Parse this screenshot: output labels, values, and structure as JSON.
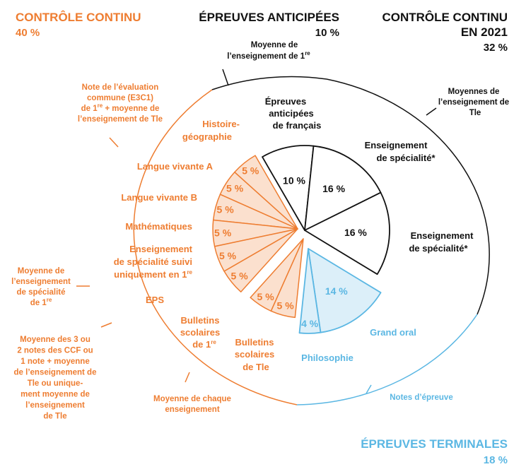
{
  "colors": {
    "orange": "#EE7D31",
    "orange_fill": "#FBE0CE",
    "blue": "#5BB7E3",
    "blue_fill": "#DCEFF9",
    "black": "#111111"
  },
  "headers": {
    "controle_continu": {
      "title": "CONTRÔLE CONTINU",
      "pct": "40 %"
    },
    "epreuves_anticipees": {
      "title": "ÉPREUVES ANTICIPÉES",
      "pct": "10 %"
    },
    "controle_continu_2021": {
      "title_line1": "CONTRÔLE CONTINU",
      "title_line2": "EN 2021",
      "pct": "32 %"
    },
    "epreuves_terminales": {
      "title": "ÉPREUVES TERMINALES",
      "pct": "18 %"
    }
  },
  "annotations": {
    "moyenne_1re": {
      "line1": "Moyenne de",
      "line2": "l’enseignement de 1",
      "sup": "re"
    },
    "moyennes_tle": {
      "line1": "Moyennes de",
      "line2": "l’enseignement de",
      "line3": "Tle"
    },
    "note_e3c1": {
      "line1": "Note de l’évaluation",
      "line2": "commune (E3C1)",
      "line3a": "de 1",
      "line3sup": "re",
      "line3b": " + moyenne de",
      "line4": "l’enseignement de Tle"
    },
    "moyenne_specialite_1re": {
      "line1": "Moyenne de",
      "line2": "l’enseignement",
      "line3": "de spécialité",
      "line4a": "de 1",
      "line4sup": "re"
    },
    "moyenne_ccf": {
      "lines": [
        "Moyenne des 3 ou",
        "2 notes des CCF ou",
        "1 note + moyenne",
        "de l’enseignement de",
        "Tle ou unique-",
        "ment moyenne de",
        "l’enseignement",
        "de Tle"
      ]
    },
    "moyenne_chaque": {
      "line1": "Moyenne de chaque",
      "line2": "enseignement"
    },
    "notes_epreuve": {
      "text": "Notes d’épreuve"
    }
  },
  "subject_labels": {
    "histoire_geo": {
      "line1": "Histoire-",
      "line2": "géographie"
    },
    "langue_a": "Langue vivante A",
    "langue_b": "Langue vivante B",
    "maths": "Mathématiques",
    "spe_1re": {
      "line1": "Enseignement",
      "line2": "de spécialité suivi",
      "line3a": "uniquement en 1",
      "line3sup": "re"
    },
    "eps": "EPS",
    "bulletins_1re": {
      "line1": "Bulletins",
      "line2": "scolaires",
      "line3a": "de 1",
      "line3sup": "re"
    },
    "bulletins_tle": {
      "line1": "Bulletins",
      "line2": "scolaires",
      "line3": "de Tle"
    },
    "epreuves_francais": {
      "line1": "Épreuves",
      "line2": "anticipées",
      "line3": "de français"
    },
    "spe_tle_1": {
      "line1": "Enseignement",
      "line2": "de spécialité*"
    },
    "spe_tle_2": {
      "line1": "Enseignement",
      "line2": "de spécialité*"
    },
    "grand_oral": "Grand oral",
    "philosophie": "Philosophie"
  },
  "chart_data": {
    "type": "pie",
    "title": "",
    "slices": [
      {
        "label": "Histoire-géographie",
        "value": 5,
        "display": "5 %",
        "group": "controle_continu"
      },
      {
        "label": "Langue vivante A",
        "value": 5,
        "display": "5 %",
        "group": "controle_continu"
      },
      {
        "label": "Langue vivante B",
        "value": 5,
        "display": "5 %",
        "group": "controle_continu"
      },
      {
        "label": "Mathématiques",
        "value": 5,
        "display": "5 %",
        "group": "controle_continu"
      },
      {
        "label": "Enseignement de spécialité suivi uniquement en 1re",
        "value": 5,
        "display": "5 %",
        "group": "controle_continu"
      },
      {
        "label": "EPS",
        "value": 5,
        "display": "5 %",
        "group": "controle_continu"
      },
      {
        "label": "Bulletins scolaires de 1re",
        "value": 5,
        "display": "5 %",
        "group": "controle_continu"
      },
      {
        "label": "Bulletins scolaires de Tle",
        "value": 5,
        "display": "5 %",
        "group": "controle_continu"
      },
      {
        "label": "Épreuves anticipées de français",
        "value": 10,
        "display": "10 %",
        "group": "epreuves_anticipees"
      },
      {
        "label": "Enseignement de spécialité",
        "value": 16,
        "display": "16 %",
        "group": "controle_continu_2021"
      },
      {
        "label": "Enseignement de spécialité",
        "value": 16,
        "display": "16 %",
        "group": "controle_continu_2021"
      },
      {
        "label": "Grand oral",
        "value": 14,
        "display": "14 %",
        "group": "epreuves_terminales"
      },
      {
        "label": "Philosophie",
        "value": 4,
        "display": "4 %",
        "group": "epreuves_terminales"
      }
    ]
  }
}
